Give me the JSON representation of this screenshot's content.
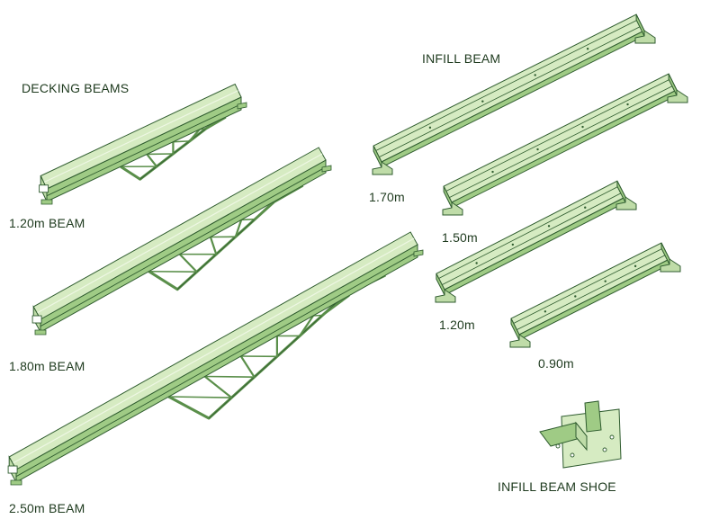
{
  "colors": {
    "stroke": "#2f5c2f",
    "top_face": "#d6ebc2",
    "side_face": "#9fcb85",
    "end_face": "#bfdca8",
    "strut": "#5a8f4a",
    "label": "#1e3a1e"
  },
  "labels": {
    "decking_heading": "DECKING BEAMS",
    "infill_heading": "INFILL BEAM",
    "decking_120": "1.20m BEAM",
    "decking_180": "1.80m BEAM",
    "decking_250": "2.50m BEAM",
    "infill_170": "1.70m",
    "infill_150": "1.50m",
    "infill_120": "1.20m",
    "infill_090": "0.90m",
    "shoe": "INFILL BEAM SHOE"
  }
}
